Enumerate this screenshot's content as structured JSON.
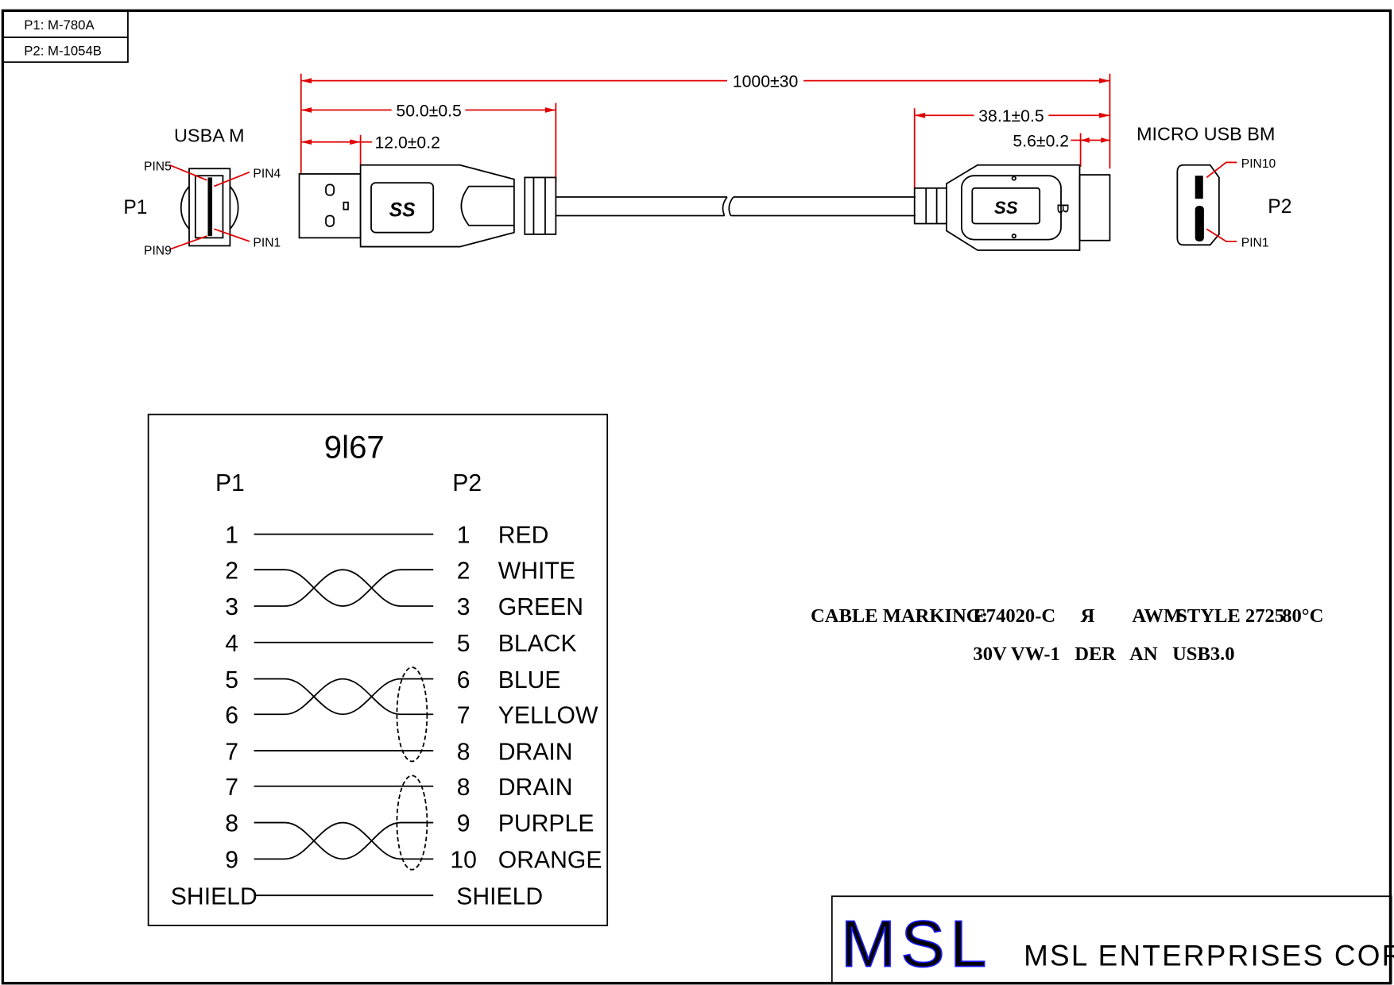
{
  "parts": {
    "p1": "P1: M-780A",
    "p2": "P2: M-1054B"
  },
  "dimensions": {
    "overall": "1000±30",
    "p1_length": "50.0±0.5",
    "p1_plug": "12.0±0.2",
    "p2_length": "38.1±0.5",
    "p2_plug": "5.6±0.2"
  },
  "connector_left": {
    "title": "USBA  M",
    "label": "P1",
    "pins": [
      "PIN5",
      "PIN4",
      "PIN9",
      "PIN1"
    ],
    "logo": "SS"
  },
  "connector_right": {
    "title": "MICRO  USB  BM",
    "label": "P2",
    "pins": [
      "PIN10",
      "PIN1"
    ],
    "logo": "SS",
    "side_mark": "B"
  },
  "wiring": {
    "title": "9l67",
    "col_left": "P1",
    "col_right": "P2",
    "rows": [
      {
        "p1": "1",
        "p2": "1",
        "color": "RED"
      },
      {
        "p1": "2",
        "p2": "2",
        "color": "WHITE"
      },
      {
        "p1": "3",
        "p2": "3",
        "color": "GREEN"
      },
      {
        "p1": "4",
        "p2": "5",
        "color": "BLACK"
      },
      {
        "p1": "5",
        "p2": "6",
        "color": "BLUE"
      },
      {
        "p1": "6",
        "p2": "7",
        "color": "YELLOW"
      },
      {
        "p1": "7",
        "p2": "8",
        "color": "DRAIN"
      },
      {
        "p1": "7",
        "p2": "8",
        "color": "DRAIN"
      },
      {
        "p1": "8",
        "p2": "9",
        "color": "PURPLE"
      },
      {
        "p1": "9",
        "p2": "10",
        "color": "ORANGE"
      },
      {
        "p1": "SHIELD",
        "p2": "SHIELD",
        "color": ""
      }
    ]
  },
  "cable_marking": {
    "label": "CABLE MARKING:",
    "line1": [
      "E74020-C",
      "Я",
      "AWM",
      "STYLE 2725",
      "80°C"
    ],
    "line2": "30V VW-1   DER   AN   USB3.0"
  },
  "title_block": {
    "logo": "MSL",
    "company": "MSL ENTERPRISES CORP."
  },
  "colors": {
    "dimension": "#e00000",
    "logo": "#1a1aff"
  }
}
